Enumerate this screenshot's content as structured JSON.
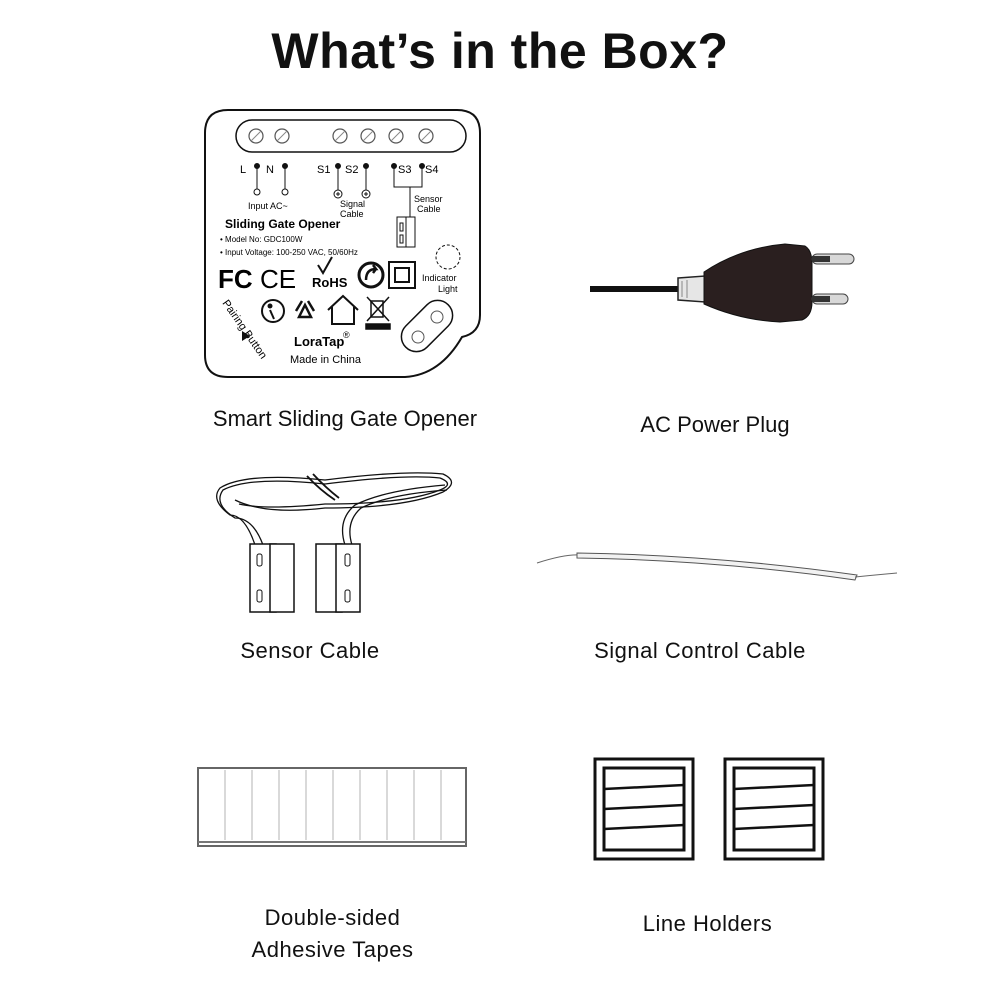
{
  "title": "What’s in the Box?",
  "items": [
    {
      "label": "Smart Sliding Gate Opener"
    },
    {
      "label": "AC Power Plug"
    },
    {
      "label": "Sensor Cable"
    },
    {
      "label": "Signal Control Cable"
    },
    {
      "label": "Double-sided",
      "label2": "Adhesive Tapes"
    },
    {
      "label": "Line Holders"
    }
  ],
  "device": {
    "terminals": [
      "L",
      "N",
      "S1",
      "S2",
      "S3",
      "S4"
    ],
    "input_ac": "Input AC~",
    "signal_cable_1": "Signal",
    "signal_cable_2": "Cable",
    "sensor_cable_1": "Sensor",
    "sensor_cable_2": "Cable",
    "product_name": "Sliding Gate Opener",
    "model": "• Model No: GDC100W",
    "voltage": "• Input Voltage: 100-250 VAC, 50/60Hz",
    "indicator_1": "Indicator",
    "indicator_2": "Light",
    "pairing": "Pairing Button",
    "brand": "LoraTap",
    "reg": "®",
    "made_in": "Made in China",
    "fc": "FC",
    "ce": "CE",
    "rohs": "RoHS"
  }
}
